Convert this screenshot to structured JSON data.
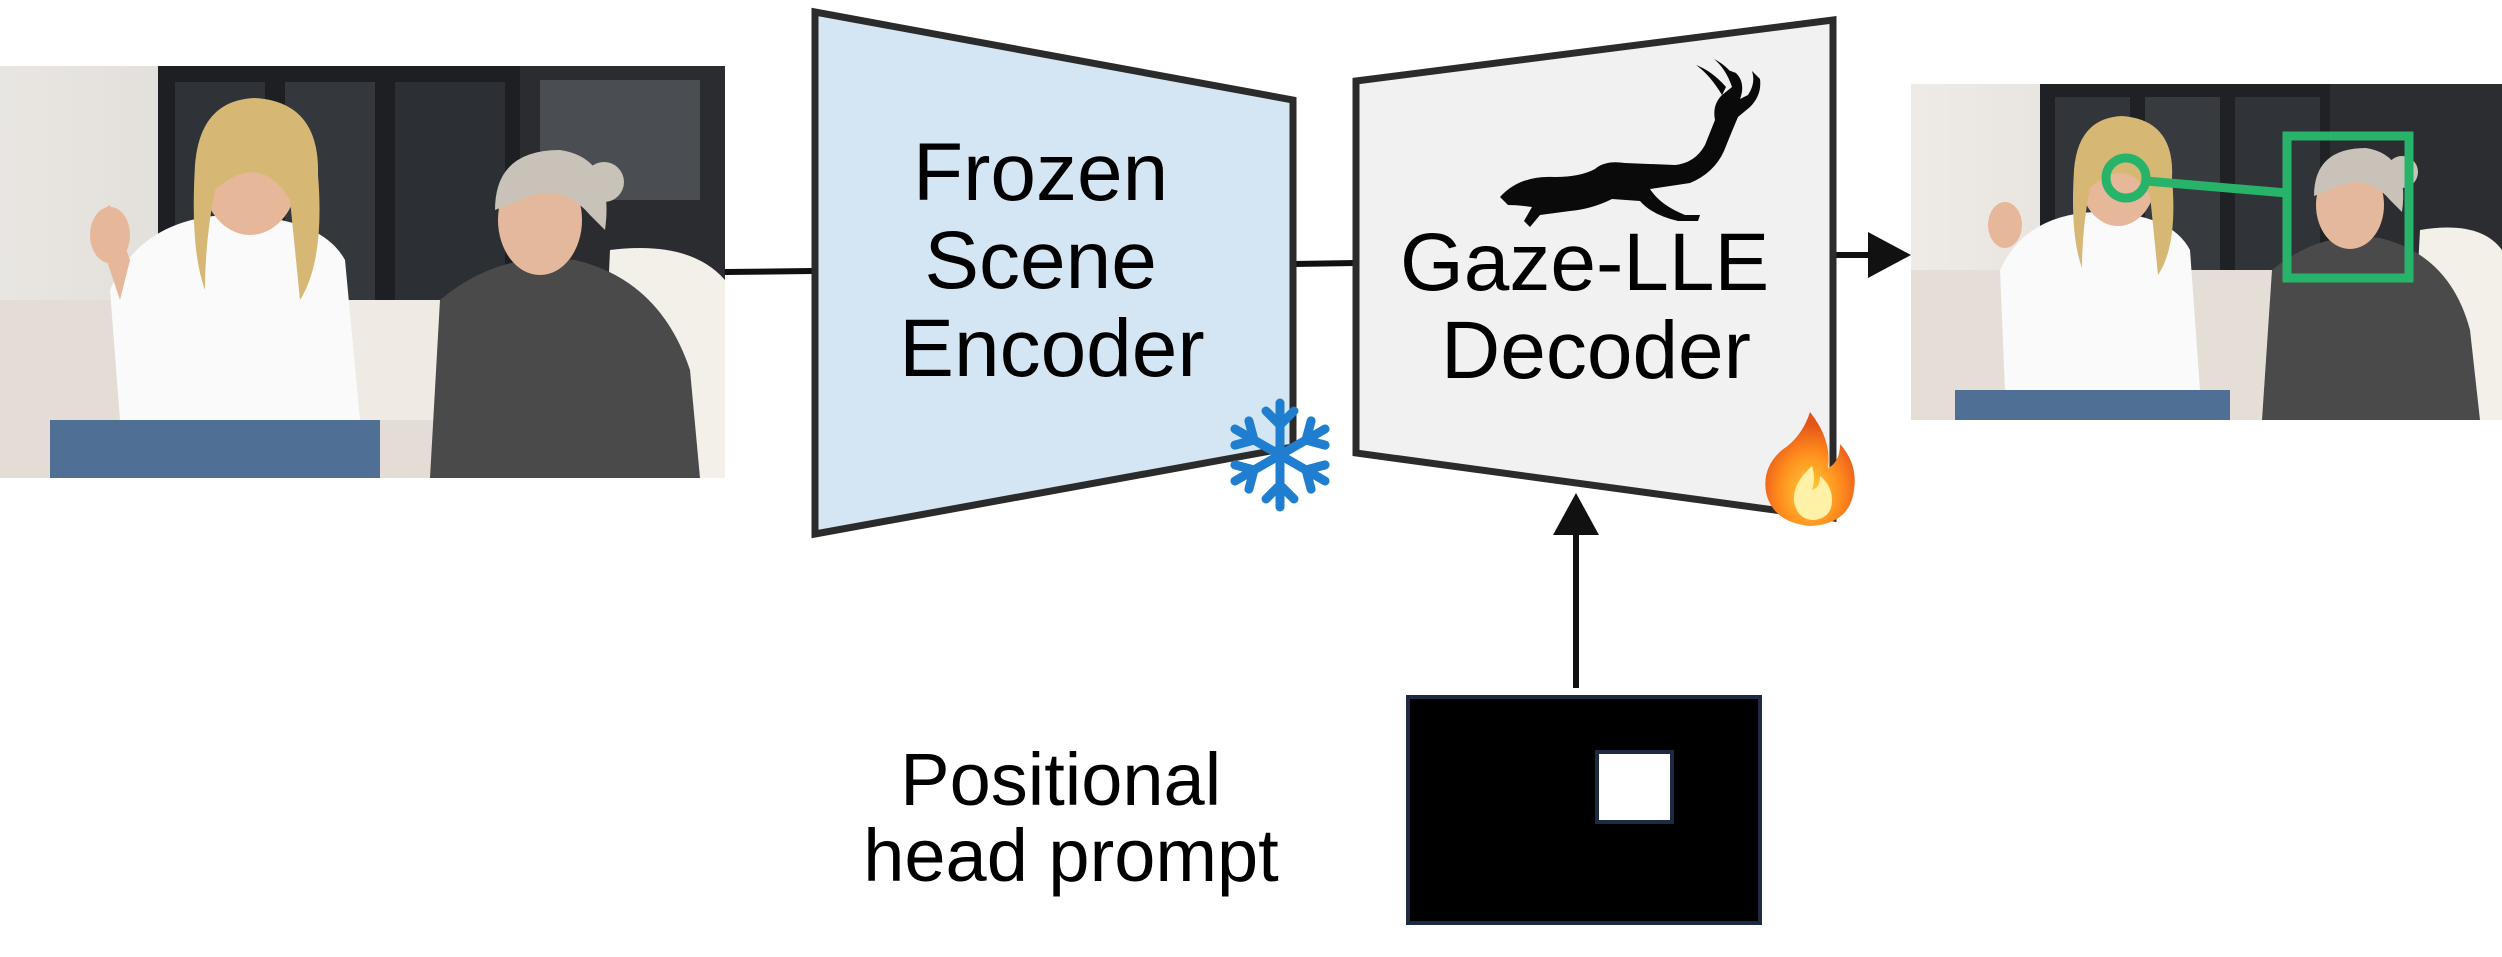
{
  "encoder": {
    "lines": [
      "Frozen",
      "Scene",
      "Encoder"
    ],
    "fill": "#d4e6f3",
    "badge_icon": "snowflake-icon",
    "badge_color": "#1f7ecf"
  },
  "decoder": {
    "lines": [
      "Gaze-LLE",
      "Decoder"
    ],
    "fill": "#f1f1f1",
    "logo_icon": "gazelle-icon",
    "badge_icon": "fire-icon"
  },
  "prompt": {
    "lines": [
      "Positional",
      "head prompt"
    ]
  },
  "output": {
    "gaze_color": "#27b46a"
  },
  "colors": {
    "stroke": "#2b2b2b",
    "arrow": "#111111"
  }
}
